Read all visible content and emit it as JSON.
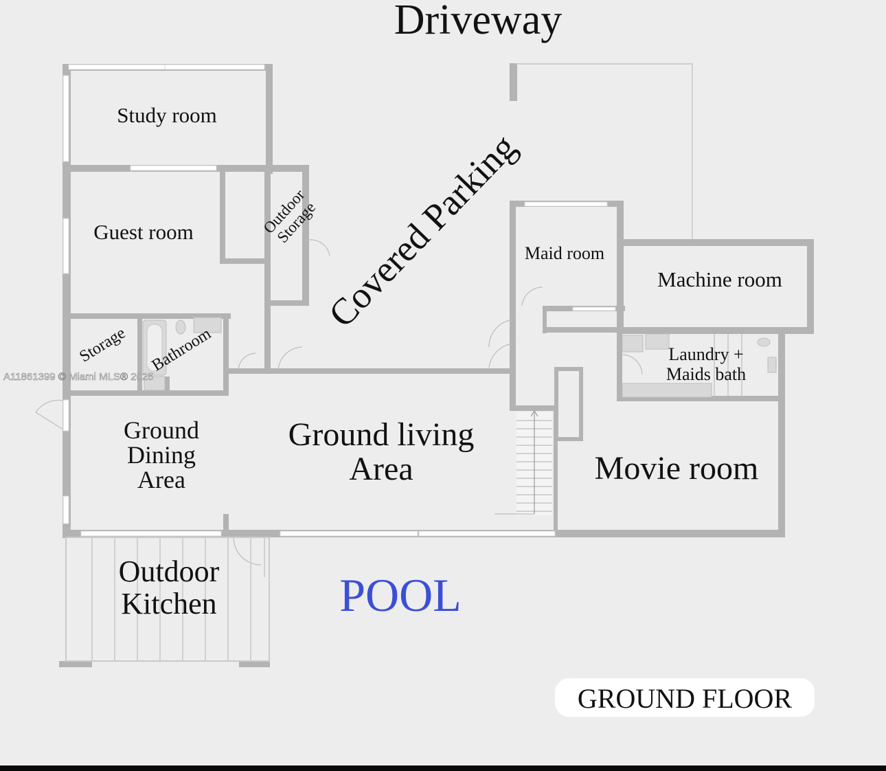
{
  "title": "Driveway",
  "rooms": {
    "study": "Study room",
    "guest": "Guest room",
    "outdoor_storage": [
      "Outdoor",
      "Storage"
    ],
    "covered_parking": "Covered Parking",
    "maid": "Maid room",
    "machine": "Machine room",
    "storage": "Storage",
    "bathroom": "Bathroom",
    "laundry": [
      "Laundry +",
      "Maids bath"
    ],
    "dining": [
      "Ground",
      "Dining",
      "Area"
    ],
    "living": [
      "Ground living",
      "Area"
    ],
    "movie": "Movie room",
    "outdoor_kitchen": [
      "Outdoor",
      "Kitchen"
    ]
  },
  "pool": {
    "label": "POOL",
    "color": "#3b4fd6"
  },
  "floor_badge": "GROUND FLOOR",
  "watermark": "A11861399 © Miami MLS® 2025",
  "colors": {
    "background": "#ededed",
    "walls": "#b3b3b3",
    "text": "#111111"
  }
}
